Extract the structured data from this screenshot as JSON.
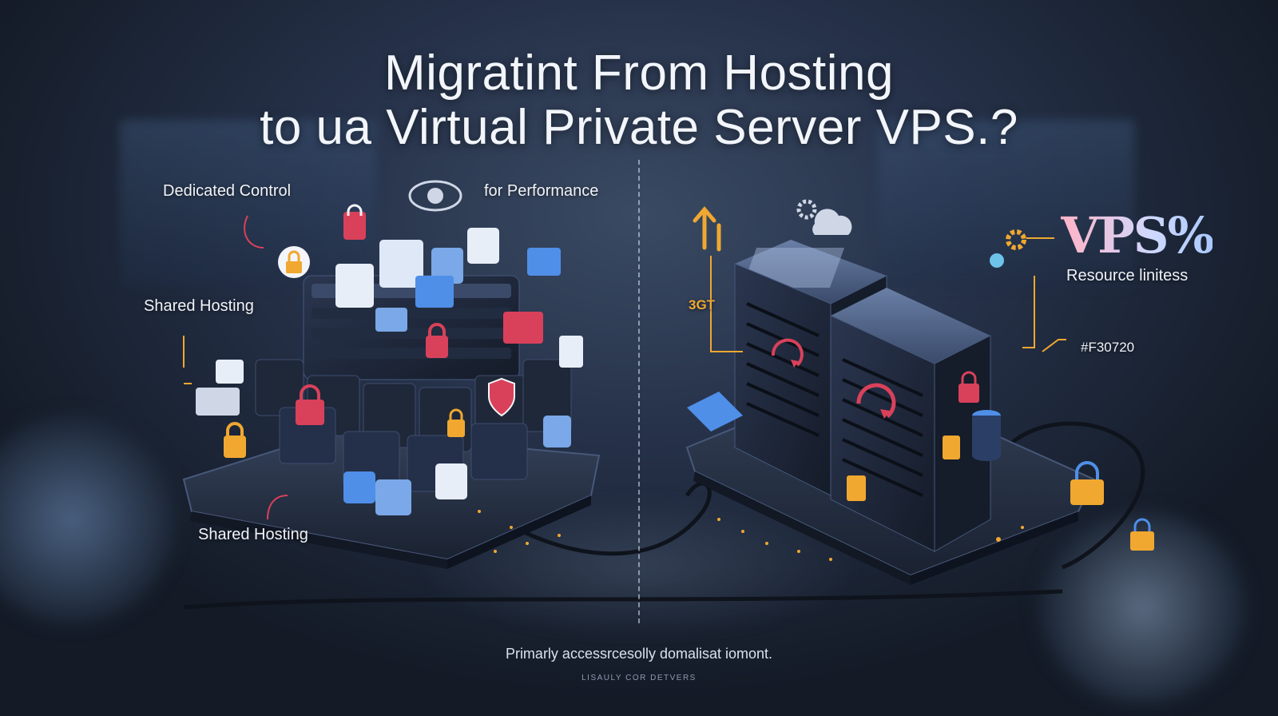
{
  "title": {
    "line1": "Migratint From Hosting",
    "line2": "to ua Virtual Private Server VPS.?"
  },
  "left": {
    "label_control": "Dedicated Control",
    "label_performance": "for Performance",
    "label_shared_top": "Shared Hosting",
    "label_shared_bottom": "Shared Hosting"
  },
  "right": {
    "brand_mark": "VPS%",
    "label_resource": "Resource linitess",
    "label_hex": "#F30720",
    "label_3gt": "3GT"
  },
  "footer": {
    "caption": "Primarly accessrcesolly domalisat iomont.",
    "subcaption": "LISAULY COR DETVERS"
  },
  "colors": {
    "accent_gold": "#f0a830",
    "accent_blue": "#4f8fe8",
    "lock_red": "#d9415a",
    "server_body": "#1d2638",
    "platform": "#2a3448"
  },
  "icons": [
    "lock-icon",
    "gear-icon",
    "cloud-icon",
    "upload-arrow-icon",
    "refresh-icon",
    "database-icon"
  ]
}
